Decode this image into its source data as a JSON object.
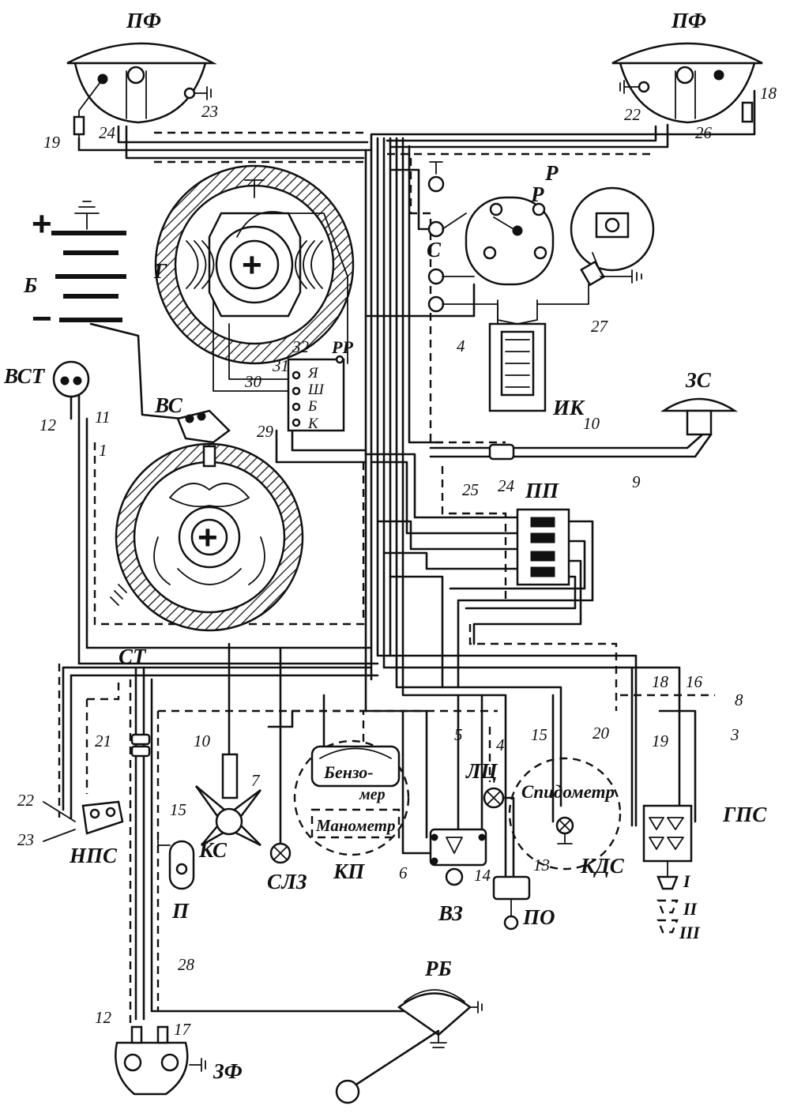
{
  "components": {
    "headlight": "ПФ",
    "battery": "Б",
    "generator": "Г",
    "regulator_relay": "РР",
    "regulator_terminals": [
      "Я",
      "Ш",
      "Б",
      "К"
    ],
    "starter": "СТ",
    "starter_switch": "ВС",
    "trailer_socket": "ВСТ",
    "distributor": "Р",
    "distributor_capacitor": "С",
    "ignition_coil": "ИК",
    "horn": "ЗС",
    "fuse_box": "ПП",
    "panel_lamp": "КС",
    "cluster": "КП",
    "fuel_gauge_line1": "Бензо-",
    "fuel_gauge_line2": "мер",
    "pressure_gauge": "Манометр",
    "speedometer": "Спидометр",
    "speedometer_lamp": "КДС",
    "warning_lamp": "СЛЗ",
    "ignition_switch": "ВЗ",
    "lamp_lc": "ЛЦ",
    "lamp_socket": "ПО",
    "dimmer_switch": "НПС",
    "light_switch": "ГПС",
    "plafond": "П",
    "rear_lamp": "ЗФ",
    "rheostat": "РБ",
    "light_switch_positions": [
      "I",
      "II",
      "III"
    ]
  },
  "signs": {
    "plus": "+",
    "minus": "−"
  },
  "wire_numbers": {
    "w1": "1",
    "w3": "3",
    "w4a": "4",
    "w4b": "4",
    "w5": "5",
    "w6": "6",
    "w7": "7",
    "w8": "8",
    "w9": "9",
    "w10a": "10",
    "w10b": "10",
    "w11": "11",
    "w12a": "12",
    "w12b": "12",
    "w13": "13",
    "w14": "14",
    "w15a": "15",
    "w15b": "15",
    "w16": "16",
    "w17": "17",
    "w18a": "18",
    "w18b": "18",
    "w19a": "19",
    "w19b": "19",
    "w20": "20",
    "w21": "21",
    "w22a": "22",
    "w22b": "22",
    "w23a": "23",
    "w23b": "23",
    "w24a": "24",
    "w24b": "24",
    "w25": "25",
    "w26": "26",
    "w27": "27",
    "w28": "28",
    "w29": "29",
    "w30": "30",
    "w31": "31",
    "w32": "32"
  },
  "colors": {
    "ink": "#111111",
    "paper": "#ffffff"
  }
}
